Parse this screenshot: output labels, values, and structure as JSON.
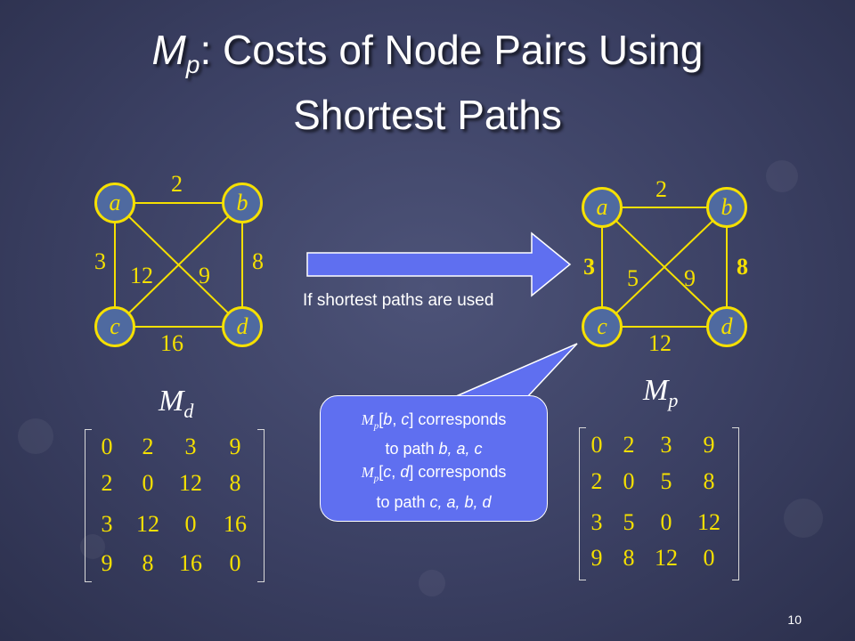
{
  "slide": {
    "title_main": "M",
    "title_sub": "p",
    "title_rest": ": Costs of Node Pairs Using",
    "title_line2": "Shortest Paths",
    "page_number": "10"
  },
  "left_graph": {
    "nodes": {
      "a": "a",
      "b": "b",
      "c": "c",
      "d": "d"
    },
    "weights": {
      "ab": "2",
      "ac": "3",
      "ad": "12",
      "bc": "9",
      "bd": "8",
      "cd": "16"
    }
  },
  "right_graph": {
    "nodes": {
      "a": "a",
      "b": "b",
      "c": "c",
      "d": "d"
    },
    "weights": {
      "ab": "2",
      "ac": "3",
      "ad": "5",
      "bc": "9",
      "bd": "8",
      "cd": "12"
    }
  },
  "arrow_caption": "If shortest paths are used",
  "matrix_d": {
    "label_main": "M",
    "label_sub": "d",
    "rows": [
      [
        "0",
        "2",
        "3",
        "9"
      ],
      [
        "2",
        "0",
        "12",
        "8"
      ],
      [
        "3",
        "12",
        "0",
        "16"
      ],
      [
        "9",
        "8",
        "16",
        "0"
      ]
    ]
  },
  "matrix_p": {
    "label_main": "M",
    "label_sub": "p",
    "rows": [
      [
        "0",
        "2",
        "3",
        "9"
      ],
      [
        "2",
        "0",
        "5",
        "8"
      ],
      [
        "3",
        "5",
        "0",
        "12"
      ],
      [
        "9",
        "8",
        "12",
        "0"
      ]
    ]
  },
  "callout": {
    "line1_m": "M",
    "line1_sub": "p",
    "line1_args_open": "[",
    "line1_arg1": "b",
    "line1_sep": ", ",
    "line1_arg2": "c",
    "line1_rest": "] corresponds",
    "line2_prefix": "to path ",
    "line2_path": "b, a, c",
    "line3_m": "M",
    "line3_sub": "p",
    "line3_args_open": "[",
    "line3_arg1": "c",
    "line3_sep": ", ",
    "line3_arg2": "d",
    "line3_rest": "] corresponds",
    "line4_prefix": "to path ",
    "line4_path": "c, a, b, d"
  },
  "colors": {
    "accent": "#f5e000",
    "node_fill": "#4f6aa0",
    "arrow_fill": "#5f6ff0",
    "callout_fill": "#5f6ff0"
  }
}
